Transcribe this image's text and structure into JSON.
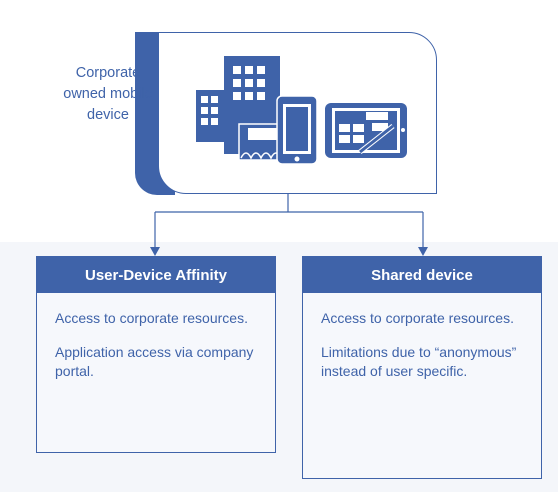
{
  "device": {
    "label": "Corporate owned mobile device",
    "icons": [
      "building-icon",
      "office-tower-icon",
      "mailbox-icon",
      "smartphone-icon",
      "tablet-with-stylus-icon"
    ]
  },
  "branches": [
    {
      "title": "User-Device Affinity",
      "items": [
        "Access to corporate resources.",
        "Application access via company portal."
      ]
    },
    {
      "title": "Shared device",
      "items": [
        "Access to corporate resources.",
        "Limitations due to “anonymous” instead of user specific."
      ]
    }
  ],
  "colors": {
    "accent": "#3f63a9",
    "background_panel": "#f4f6fa"
  }
}
